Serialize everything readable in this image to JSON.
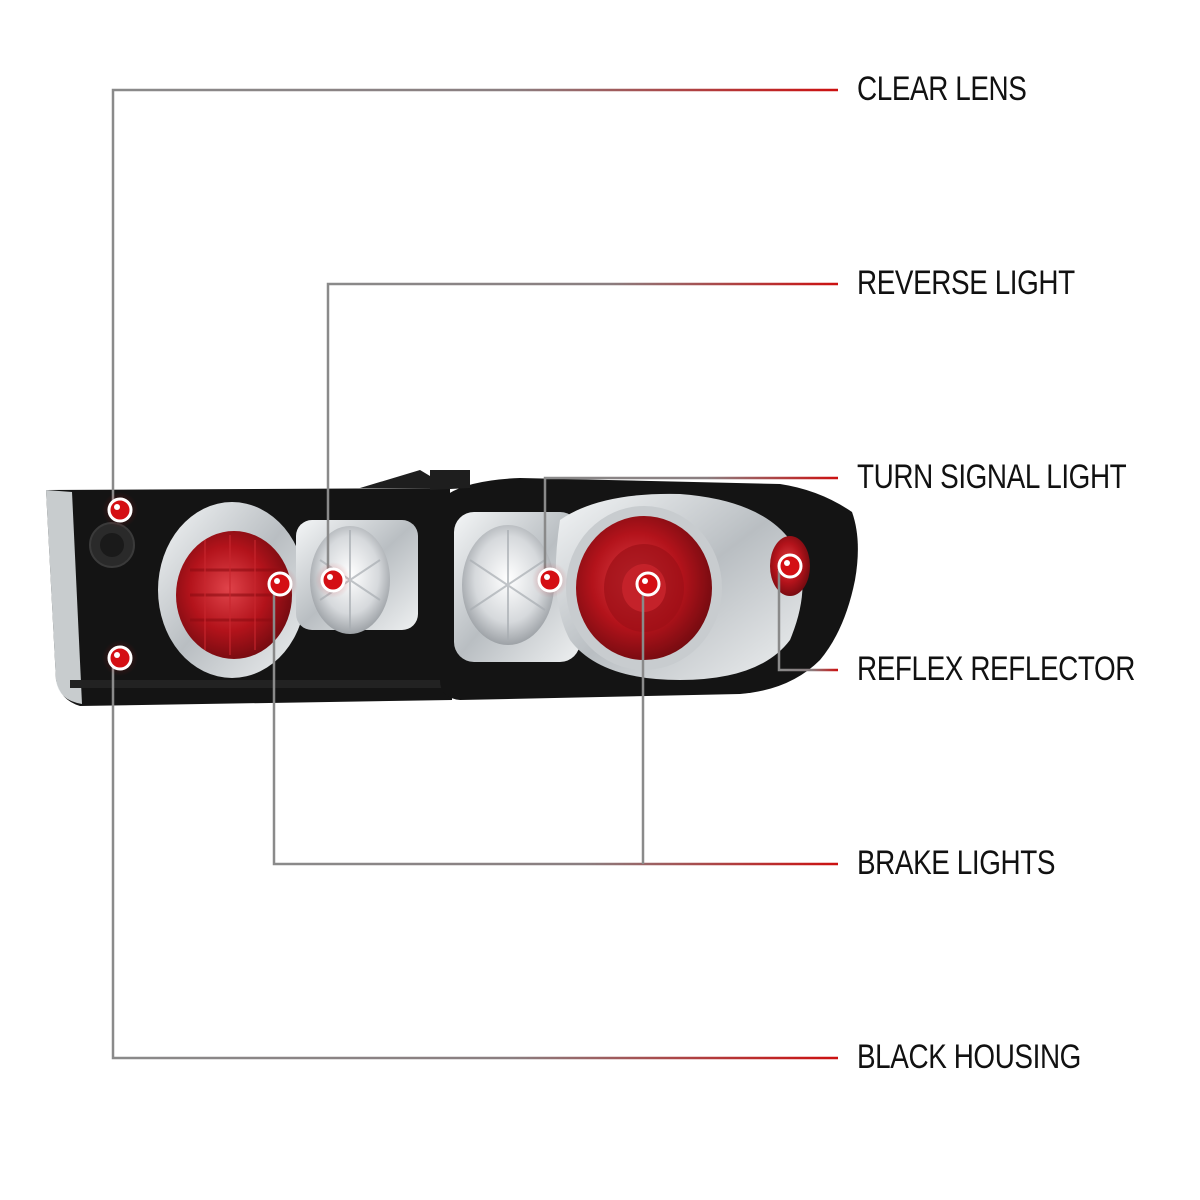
{
  "callouts": [
    {
      "id": "clear-lens",
      "label": "CLEAR LENS"
    },
    {
      "id": "reverse-light",
      "label": "REVERSE LIGHT"
    },
    {
      "id": "turn-signal-light",
      "label": "TURN SIGNAL LIGHT"
    },
    {
      "id": "reflex-reflector",
      "label": "REFLEX REFLECTOR"
    },
    {
      "id": "brake-lights",
      "label": "BRAKE LIGHTS"
    },
    {
      "id": "black-housing",
      "label": "BLACK HOUSING"
    }
  ],
  "colors": {
    "leader_gray": "#8a8a8a",
    "leader_red": "#cc1010",
    "marker_red": "#d40f14",
    "housing": "#141414",
    "lens_red": "#b3131b",
    "chrome": "#d9dde0"
  }
}
